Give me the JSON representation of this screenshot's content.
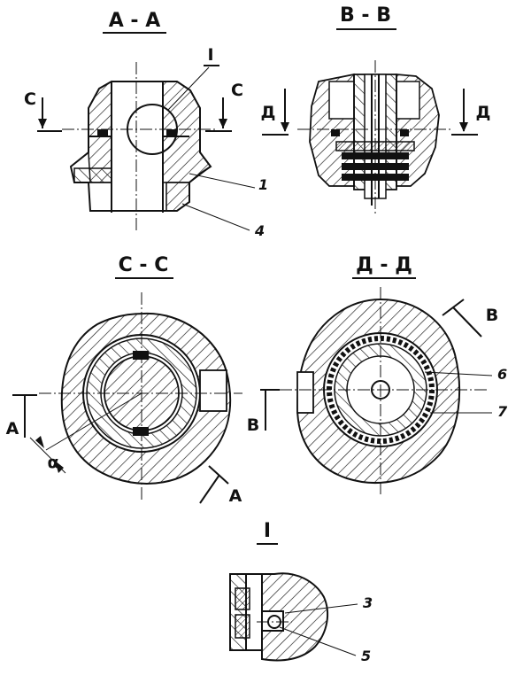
{
  "sections": {
    "aa": "А - А",
    "bb": "В - В",
    "cc": "С - С",
    "dd": "Д - Д",
    "detail": "I"
  },
  "markers": {
    "detail_ref": "I",
    "c": "С",
    "d": "Д",
    "a": "А",
    "b": "В",
    "alpha": "α"
  },
  "callouts": [
    "1",
    "4",
    "6",
    "7",
    "3",
    "5"
  ]
}
